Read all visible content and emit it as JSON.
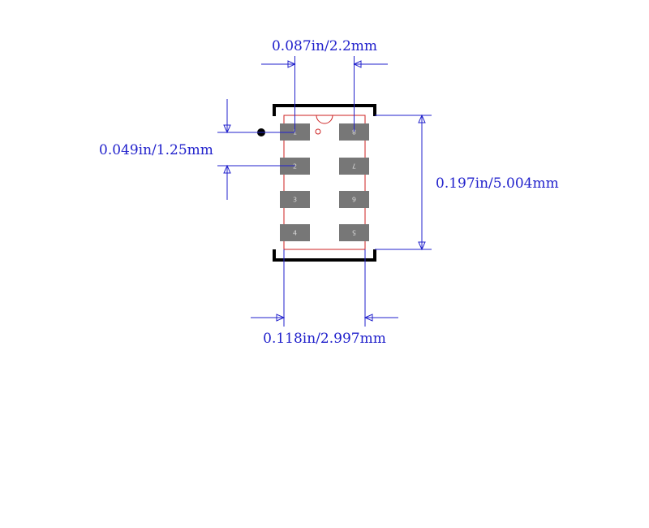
{
  "dimensions": {
    "pad_pitch": "0.049in/1.25mm",
    "pad_span": "0.087in/2.2mm",
    "body_height": "0.197in/5.004mm",
    "body_width": "0.118in/2.997mm"
  },
  "pads": [
    {
      "label": "1"
    },
    {
      "label": "2"
    },
    {
      "label": "3"
    },
    {
      "label": "4"
    },
    {
      "label": "5"
    },
    {
      "label": "6"
    },
    {
      "label": "7"
    },
    {
      "label": "8"
    }
  ],
  "colors": {
    "dimension": "#2222cc",
    "outline": "#cc2222",
    "silkscreen": "#000000",
    "pad": "#777777",
    "pad_label": "#d8d8d8"
  }
}
